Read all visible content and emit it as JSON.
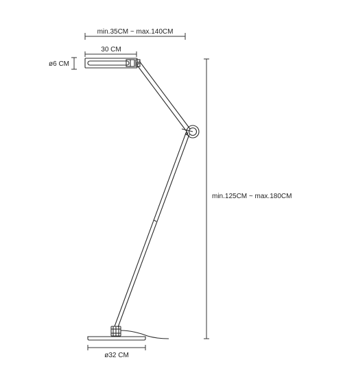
{
  "dimensions": {
    "reach_range": "min.35CM ~ max.140CM",
    "head_length": "30 CM",
    "head_diameter": "ø6 CM",
    "height_range": "min.125CM ~ max.180CM",
    "base_diameter": "ø32 CM"
  },
  "colors": {
    "line": "#2a2a2a",
    "text": "#222222",
    "background": "#ffffff"
  }
}
